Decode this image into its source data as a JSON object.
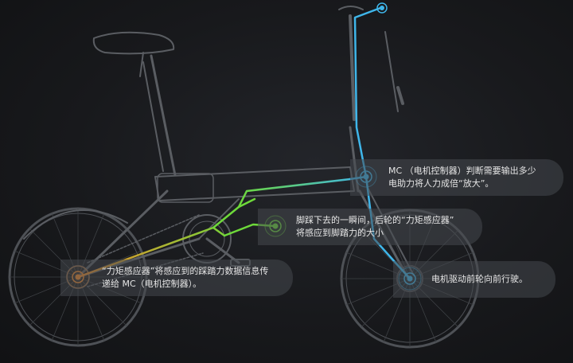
{
  "colors": {
    "accent_cyan": "#3fb6ea",
    "accent_green": "#6ed93a",
    "accent_orange": "#f08a2a",
    "frame_gray": "#6b6e73",
    "callout_bg": "#4a4c52"
  },
  "callouts": {
    "mc": {
      "line1": "MC （电机控制器）判断需要输出多少",
      "line2": "电助力将人力成倍“放大”。"
    },
    "pedal": {
      "line1": "脚踩下去的一瞬间，后轮的“力矩感应器”",
      "line2": "将感应到脚踏力的大小"
    },
    "torque": {
      "line1": "“力矩感应器”将感应到的踩踏力数据信息传",
      "line2": "递给 MC（电机控制器）。"
    },
    "motor": {
      "line1": "电机驱动前轮向前行驶。"
    }
  },
  "icons": {
    "node_top": "signal-node-icon",
    "node_mc": "signal-node-icon",
    "node_pedal": "signal-node-icon",
    "node_torque": "signal-node-icon",
    "node_motor": "signal-node-icon"
  }
}
